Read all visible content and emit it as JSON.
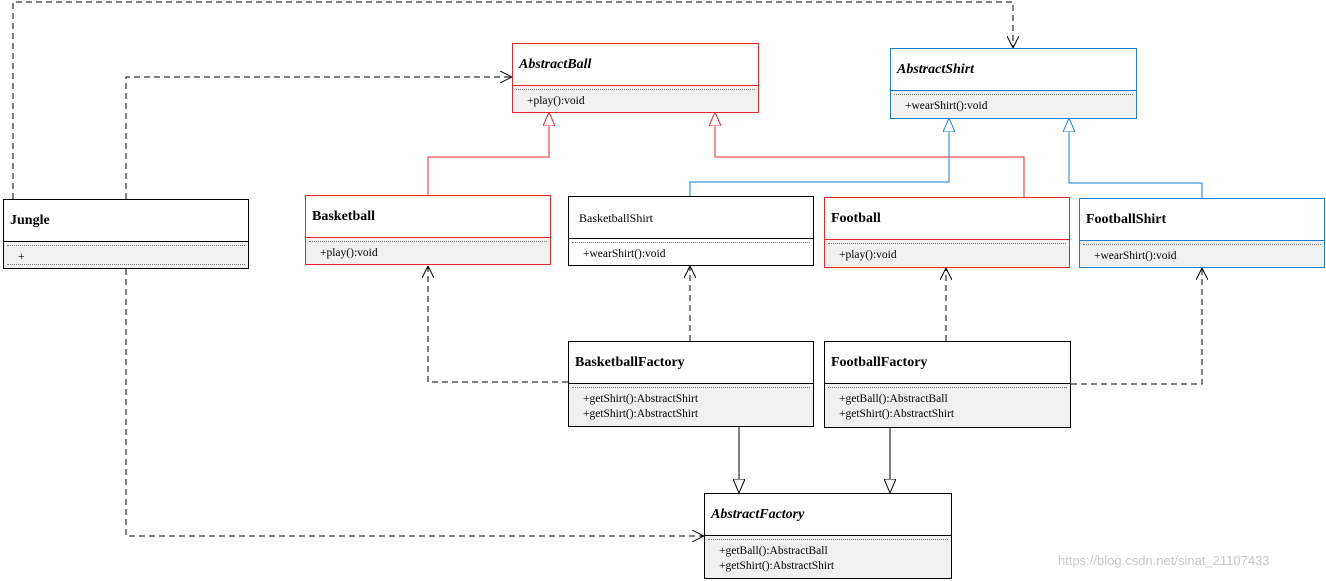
{
  "classes": {
    "abstract_ball": {
      "name": "AbstractBall",
      "operations": [
        "+play():void"
      ]
    },
    "abstract_shirt": {
      "name": "AbstractShirt",
      "operations": [
        "+wearShirt():void"
      ]
    },
    "jungle": {
      "name": "Jungle",
      "operations": [
        "+"
      ]
    },
    "basketball": {
      "name": "Basketball",
      "operations": [
        "+play():void"
      ]
    },
    "basketball_shirt": {
      "name": "BasketballShirt",
      "operations": [
        "+wearShirt():void"
      ]
    },
    "football": {
      "name": "Football",
      "operations": [
        "+play():void"
      ]
    },
    "football_shirt": {
      "name": "FootballShirt",
      "operations": [
        "+wearShirt():void"
      ]
    },
    "basketball_factory": {
      "name": "BasketballFactory",
      "operations": [
        "+getShirt():AbstractShirt",
        "+getShirt():AbstractShirt"
      ]
    },
    "football_factory": {
      "name": "FootballFactory",
      "operations": [
        "+getBall():AbstractBall",
        "+getShirt():AbstractShirt"
      ]
    },
    "abstract_factory": {
      "name": "AbstractFactory",
      "operations": [
        "+getBall():AbstractBall",
        "+getShirt():AbstractShirt"
      ]
    }
  },
  "colors": {
    "ball_hierarchy": "#e8262a",
    "shirt_hierarchy": "#1e7fd2",
    "default": "#000000"
  },
  "watermark": "https://blog.csdn.net/sinat_21107433"
}
